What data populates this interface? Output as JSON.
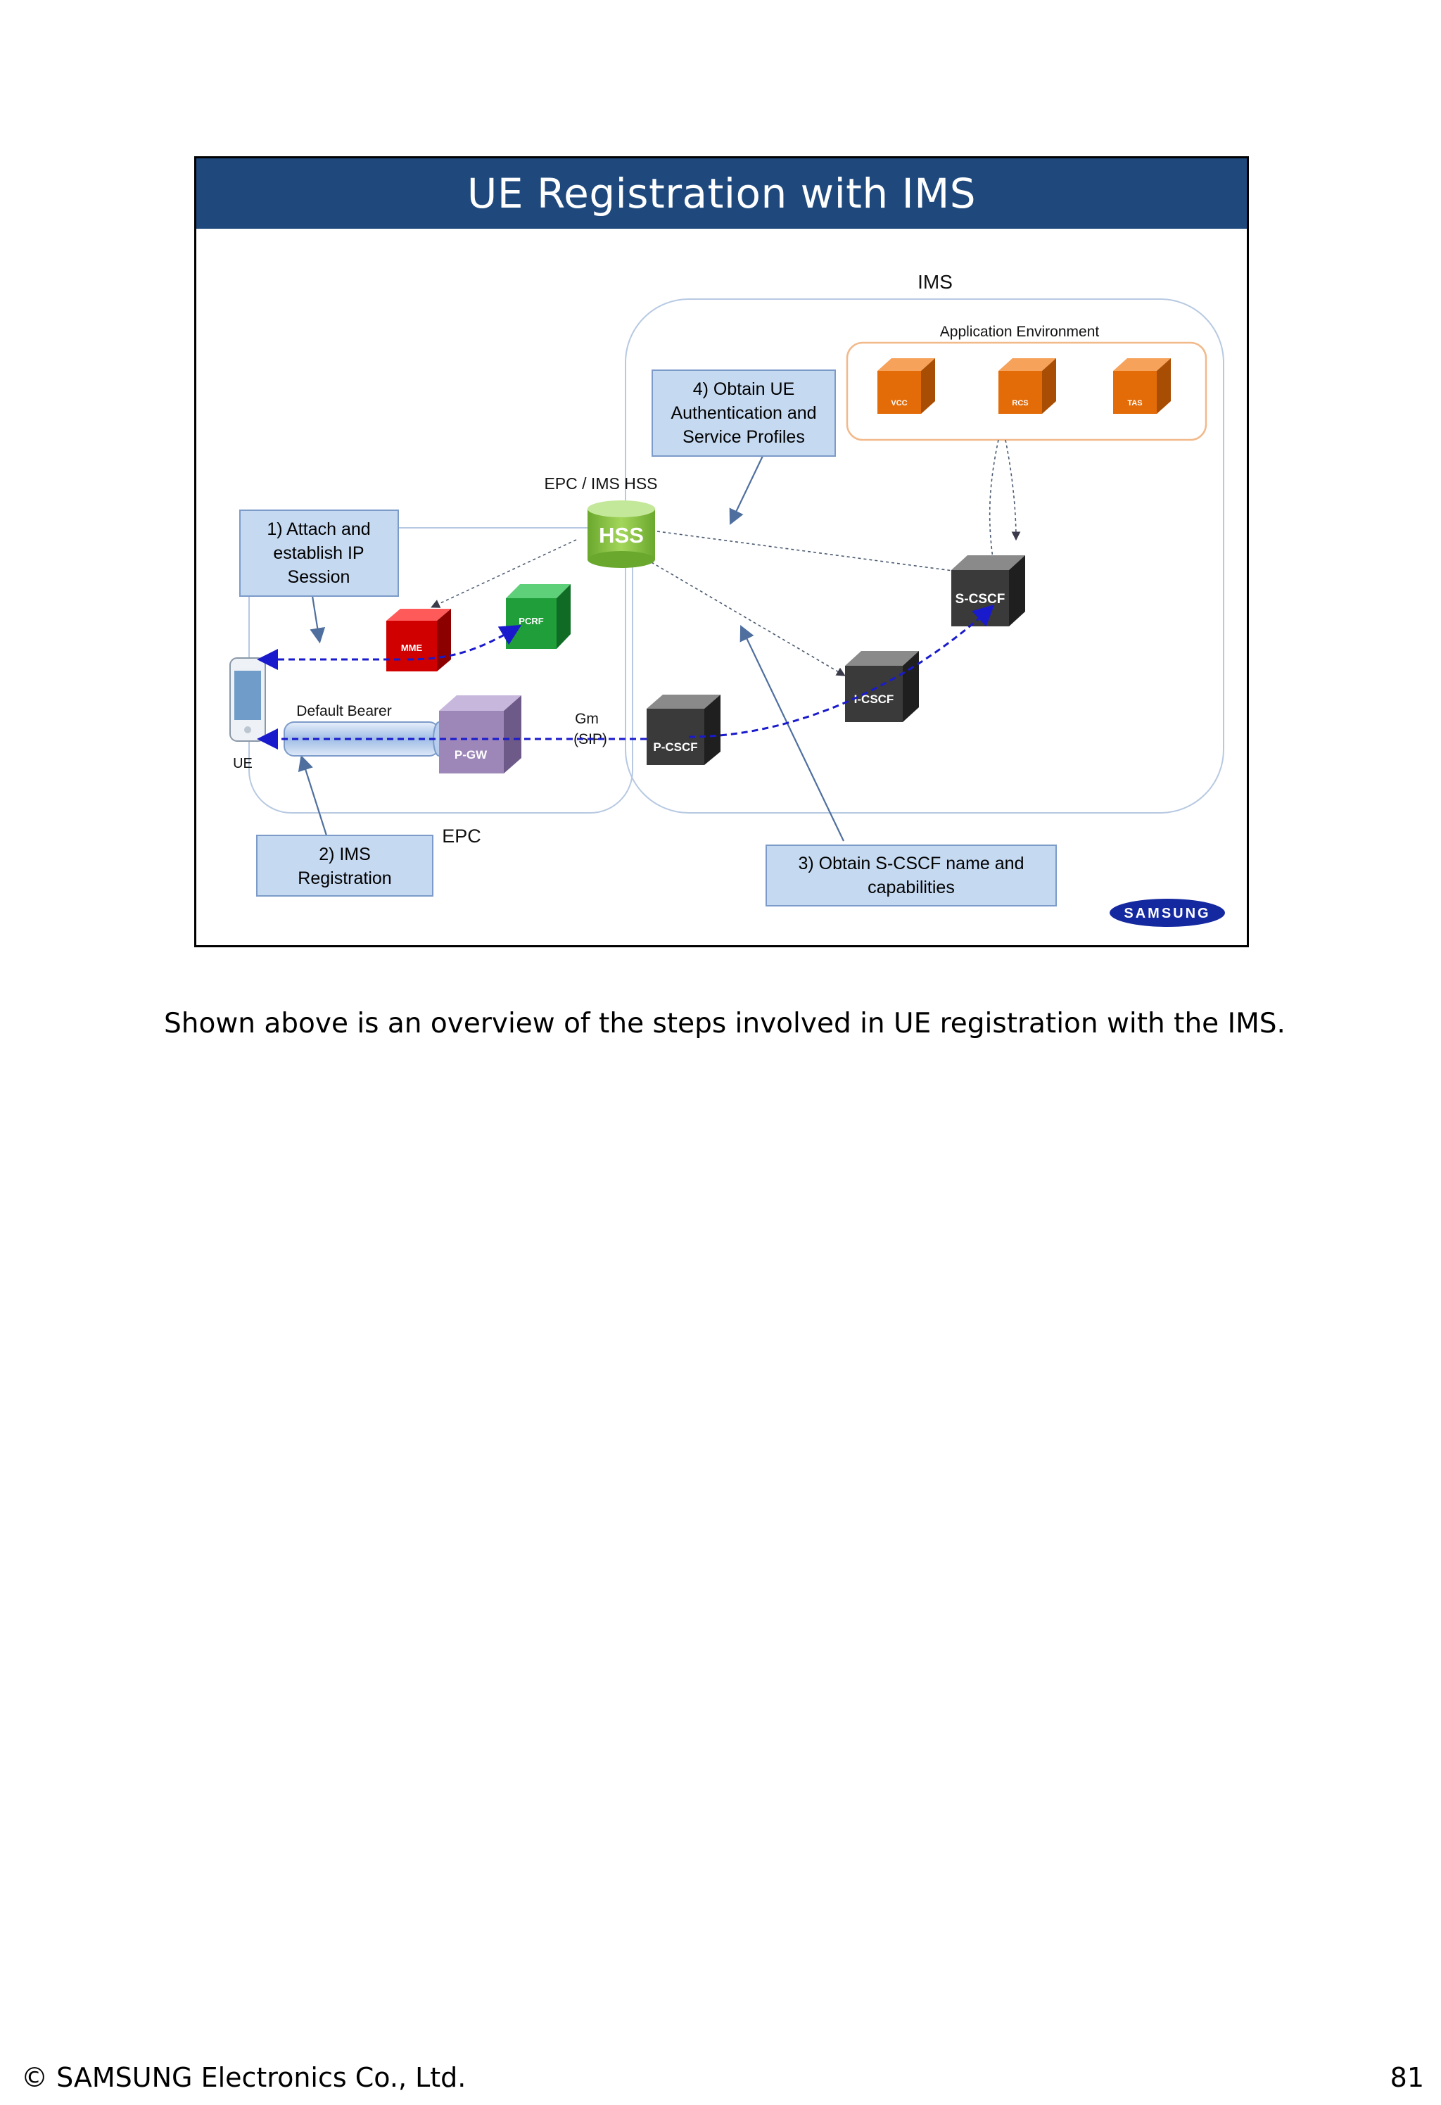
{
  "slide": {
    "title": "UE Registration with IMS",
    "labels": {
      "ims": "IMS",
      "app_env": "Application Environment",
      "epc_ims_hss": "EPC / IMS HSS",
      "epc": "EPC",
      "ue": "UE",
      "default_bearer": "Default Bearer",
      "gm": "Gm",
      "sip": "(SIP)"
    },
    "nodes": {
      "hss": "HSS",
      "mme": "MME",
      "pcrf": "PCRF",
      "pgw": "P-GW",
      "pcscf": "P-CSCF",
      "icscf": "I-CSCF",
      "scscf": "S-CSCF",
      "vcc": "VCC",
      "rcs": "RCS",
      "tas": "TAS"
    },
    "steps": {
      "step1": [
        "1) Attach and",
        "establish IP",
        "Session"
      ],
      "step2": [
        "2) IMS",
        "Registration"
      ],
      "step3": [
        "3) Obtain S-CSCF name and",
        "capabilities"
      ],
      "step4": [
        "4) Obtain UE",
        "Authentication and",
        "Service Profiles"
      ]
    },
    "logo": "SAMSUNG",
    "colors": {
      "title_bar": "#1f497d",
      "step_box": "#c5d9f1",
      "app_cube": "#e36c09",
      "mme_cube": "#d00000",
      "pcrf_cube": "#1f9e3a",
      "pgw_cube": "#9d87b8",
      "cscf_cube": "#3a3a3a",
      "hss": "#8dc63f",
      "flow_line": "#1a1acd"
    }
  },
  "caption": "Shown above is an overview of the steps involved in UE registration with the IMS.",
  "footer": {
    "copyright": "© SAMSUNG Electronics Co., Ltd.",
    "page_number": "81"
  }
}
